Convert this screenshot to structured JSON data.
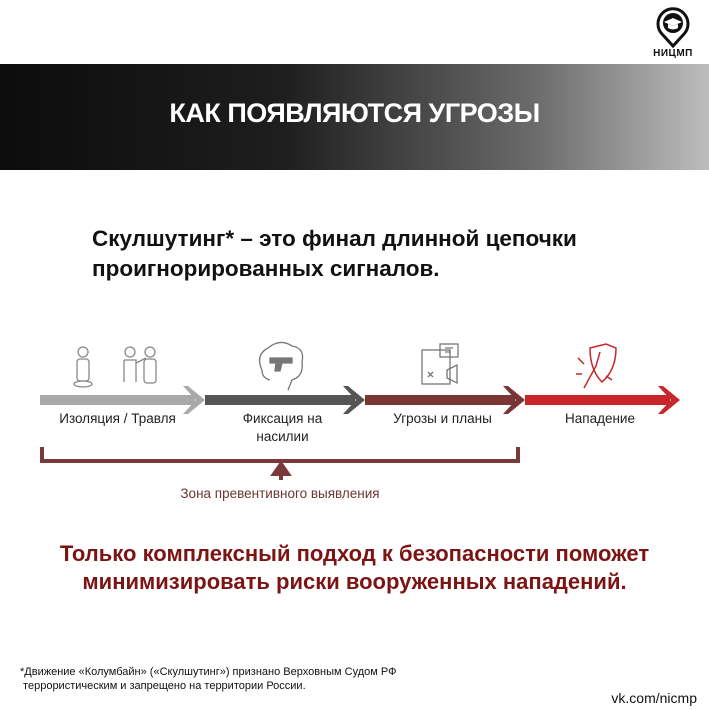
{
  "logo": {
    "text": "НИЦМП",
    "icon": "graduation-cap-pin-icon"
  },
  "header": {
    "title": "КАК ПОЯВЛЯЮТСЯ УГРОЗЫ"
  },
  "subtitle": "Скулшутинг* – это финал длинной цепочки проигнорированных сигналов.",
  "stages": [
    {
      "label": "Изоляция / Травля",
      "icon": "isolated-bullied-person-icon",
      "color": "#a9a9a9"
    },
    {
      "label": "Фиксация на насилии",
      "icon": "brain-gun-icon",
      "color": "#555555"
    },
    {
      "label": "Угрозы и планы",
      "icon": "plan-map-megaphone-icon",
      "color": "#7a3535"
    },
    {
      "label": "Нападение",
      "icon": "shield-knife-icon",
      "color": "#c8262b"
    }
  ],
  "zone_label": "Зона превентивного выявления",
  "cta": "Только комплексный подход к безопасности поможет минимизировать риски вооруженных нападений.",
  "footnote": {
    "line1": "*Движение «Колумбайн» («Скулшутинг») признано Верховным Судом РФ",
    "line2": " террористическим и запрещено на территории России."
  },
  "vk": "vk.com/nicmp"
}
